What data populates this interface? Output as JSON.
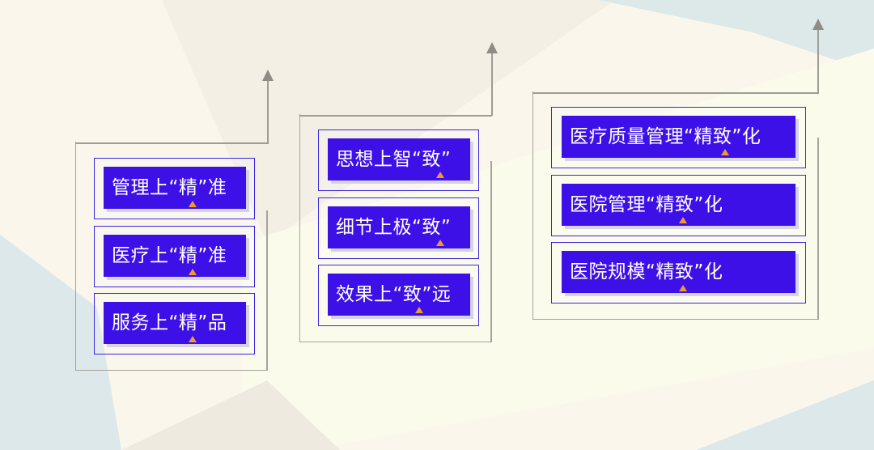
{
  "colors": {
    "background": "#faf6ec",
    "box_fill": "#3d10e8",
    "box_border": "#3d24e6",
    "accent_triangle": "#f19a2c",
    "frame_line": "#a6a39b"
  },
  "groups": [
    {
      "items": [
        {
          "label": "管理上“精”准"
        },
        {
          "label": "医疗上“精”准"
        },
        {
          "label": "服务上“精”品"
        }
      ]
    },
    {
      "items": [
        {
          "label": "思想上智“致”"
        },
        {
          "label": "细节上极“致”"
        },
        {
          "label": "效果上“致”远"
        }
      ]
    },
    {
      "items": [
        {
          "label": "医疗质量管理“精致”化"
        },
        {
          "label": "医院管理“精致”化"
        },
        {
          "label": "医院规模“精致”化"
        }
      ]
    }
  ]
}
